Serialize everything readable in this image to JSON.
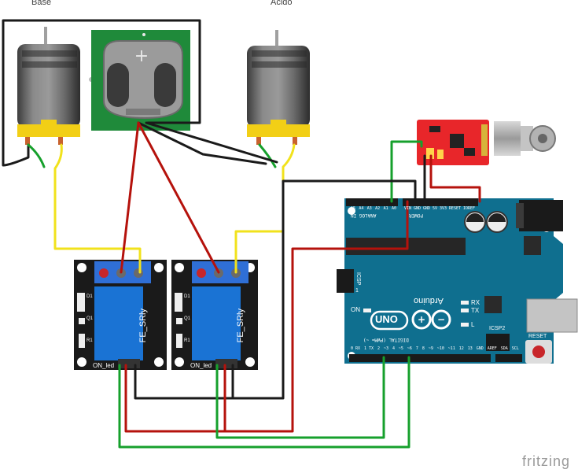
{
  "labels": {
    "motor_left": "Base",
    "motor_right": "Ácido",
    "watermark": "fritzing"
  },
  "relay": {
    "model": "FE_SRly",
    "led_label": "ON_led",
    "q1": "Q1",
    "r1": "R1",
    "d1": "D1"
  },
  "arduino": {
    "brand": "Arduino",
    "badge": "UNO",
    "on_label": "ON",
    "tx_label": "TX",
    "rx_label": "RX",
    "l_label": "L",
    "icsp_label": "ICSP",
    "icsp2_label": "ICSP2",
    "reset_label": "RESET",
    "digital_label": "DIGITAL (PWM= ~)",
    "analog_label": "ANALOG IN",
    "power_label": "POWER",
    "aref_label": "AREF",
    "one_label": "1",
    "analog_pins": [
      "A5",
      "A4",
      "A3",
      "A2",
      "A1",
      "A0"
    ],
    "power_pins": [
      "VIN",
      "GND",
      "GND",
      "5V",
      "3V3",
      "RESET",
      "IOREF"
    ],
    "digital_pins": [
      "0 RX",
      "1 TX",
      "2",
      "~3",
      "4",
      "~5",
      "~6",
      "7",
      "8",
      "~9",
      "~10",
      "~11",
      "12",
      "13",
      "GND",
      "AREF",
      "SDA",
      "SCL"
    ]
  },
  "colors": {
    "wire_red": "#b5120c",
    "wire_black": "#1a1a1a",
    "wire_green": "#16a02c",
    "wire_yellow": "#f1e21c",
    "board_blue": "#0f6f8f",
    "relay_blue": "#1a73d4",
    "sensor_red": "#e8262a",
    "battery_green": "#1f8a3a"
  }
}
